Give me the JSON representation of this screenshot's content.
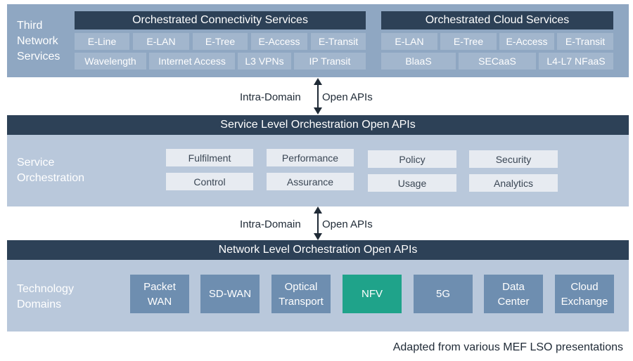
{
  "third_network": {
    "label": "Third\nNetwork\nServices",
    "connectivity": {
      "title": "Orchestrated Connectivity Services",
      "row1": [
        "E-Line",
        "E-LAN",
        "E-Tree",
        "E-Access",
        "E-Transit"
      ],
      "row2": [
        "Wavelength",
        "Internet Access",
        "L3 VPNs",
        "IP Transit"
      ]
    },
    "cloud": {
      "title": "Orchestrated Cloud Services",
      "row1": [
        "E-LAN",
        "E-Tree",
        "E-Access",
        "E-Transit"
      ],
      "row2": [
        "BlaaS",
        "SECaaS",
        "L4-L7 NFaaS"
      ]
    }
  },
  "apis": {
    "upper_left": "Intra-Domain",
    "upper_right": "Open APIs",
    "lower_left": "Intra-Domain",
    "lower_right": "Open APIs"
  },
  "service_level_bar": "Service Level Orchestration Open APIs",
  "service_orchestration": {
    "label": "Service\nOrchestration",
    "row1": [
      "Fulfilment",
      "Performance",
      "Policy",
      "Security"
    ],
    "row2": [
      "Control",
      "Assurance",
      "Usage",
      "Analytics"
    ]
  },
  "network_level_bar": "Network Level Orchestration Open APIs",
  "technology": {
    "label": "Technology\nDomains",
    "domains": [
      "Packet\nWAN",
      "SD-WAN",
      "Optical\nTransport",
      "NFV",
      "5G",
      "Data\nCenter",
      "Cloud\nExchange"
    ]
  },
  "colors": {
    "dark_bar": "#2d4157",
    "band": "#8fa7c2",
    "band_light": "#b9c8db",
    "tech_box": "#6e8eb0",
    "accent_nfv": "#1fa38a"
  },
  "caption": "Adapted from various MEF LSO presentations"
}
